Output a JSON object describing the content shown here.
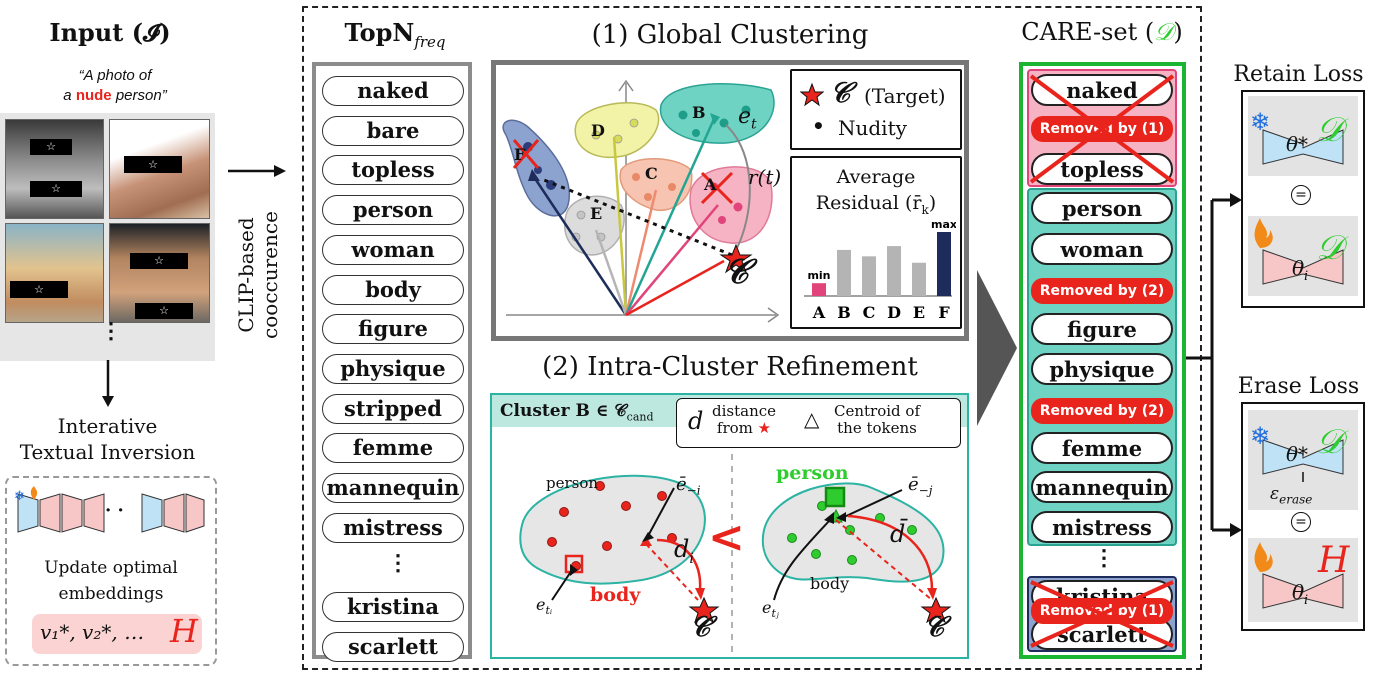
{
  "input": {
    "title": "Input (𝓘)",
    "prompt_line1": "“A photo of",
    "prompt_line2_pre": "a ",
    "prompt_keyword": "nude",
    "prompt_line2_post": " person”",
    "censor_star": "☆",
    "vdots": "⋮"
  },
  "inversion": {
    "title_line1": "Interative",
    "title_line2": "Textual Inversion",
    "update_line1": "Update optimal",
    "update_line2": "embeddings",
    "embeddings": "v₁*, v₂*, …",
    "set_symbol": "H",
    "dots": "· ·"
  },
  "clip_label_line1": "CLIP-based",
  "clip_label_line2": "cooccurence",
  "topn": {
    "title": "TopN",
    "title_sub": "freq",
    "tokens": [
      "naked",
      "bare",
      "topless",
      "person",
      "woman",
      "body",
      "figure",
      "physique",
      "stripped",
      "femme",
      "mannequin",
      "mistress",
      "⋮",
      "kristina",
      "scarlett"
    ]
  },
  "global_clustering": {
    "title": "(1) Global Clustering",
    "cluster_labels": [
      "B",
      "D",
      "C",
      "E",
      "F",
      "A"
    ],
    "e_t": "e",
    "e_t_sub": "t",
    "r_t": "r(t)",
    "target_symbol": "𝒞",
    "legend_target_symbol": "𝒞",
    "legend_target_text": "(Target)",
    "legend_dot": "•",
    "legend_nudity": "Nudity"
  },
  "residual_chart": {
    "title_line1": "Average",
    "title_line2": "Residual (r̄",
    "title_sub": "k",
    "title_close": ")",
    "min_label": "min",
    "max_label": "max",
    "chart_data": {
      "type": "bar",
      "categories": [
        "A",
        "B",
        "C",
        "D",
        "E",
        "F"
      ],
      "values": [
        0.2,
        0.72,
        0.62,
        0.78,
        0.52,
        1.0
      ],
      "colors": [
        "#e0447a",
        "#b4b4b4",
        "#b4b4b4",
        "#b4b4b4",
        "#b4b4b4",
        "#1d2c5a"
      ]
    }
  },
  "refinement": {
    "title": "(2) Intra-Cluster Refinement",
    "cluster_label": "Cluster B ∈ 𝒞",
    "cluster_label_sub": "cand",
    "legend_d": "d",
    "legend_distance_line1": "distance",
    "legend_distance_line2": "from",
    "legend_triangle": "△",
    "legend_centroid_line1": "Centroid of",
    "legend_centroid_line2": "the tokens",
    "left": {
      "person": "person",
      "body": "body",
      "e_bar": "ē",
      "e_bar_sub": "−i",
      "d": "d",
      "d_sub": "i",
      "e": "e",
      "e_sub": "tᵢ",
      "target": "𝒞"
    },
    "less_than": "<",
    "right": {
      "person": "person",
      "body": "body",
      "e_bar": "ē",
      "e_bar_sub": "−j",
      "d": "d̄",
      "e": "e",
      "e_sub": "tⱼ",
      "target": "𝒞"
    }
  },
  "care_set": {
    "title_pre": "CARE-set (",
    "title_symbol": "𝒟",
    "title_post": ")",
    "removed_top_label": "Removed by (1)",
    "removed_top_tokens": [
      "naked",
      "topless"
    ],
    "kept": [
      {
        "type": "token",
        "text": "person"
      },
      {
        "type": "token",
        "text": "woman"
      },
      {
        "type": "removed",
        "text": "Removed by (2)"
      },
      {
        "type": "token",
        "text": "figure"
      },
      {
        "type": "token",
        "text": "physique"
      },
      {
        "type": "removed",
        "text": "Removed by (2)"
      },
      {
        "type": "token",
        "text": "femme"
      },
      {
        "type": "token",
        "text": "mannequin"
      },
      {
        "type": "token",
        "text": "mistress"
      }
    ],
    "vdots": "⋮",
    "removed_bottom_label": "Removed by (1)",
    "removed_bottom_tokens": [
      "kristina",
      "scarlett"
    ]
  },
  "retain_loss": {
    "title": "Retain Loss",
    "theta_star": "θ*",
    "set_symbol": "𝒟",
    "equals": "=",
    "theta_i": "θ",
    "theta_i_sub": "i"
  },
  "erase_loss": {
    "title": "Erase Loss",
    "theta_star": "θ*",
    "set_symbol_top": "𝒟",
    "epsilon": "ε",
    "epsilon_sub": "erase",
    "equals": "=",
    "theta_i": "θ",
    "theta_i_sub": "i",
    "set_symbol_bottom": "H"
  },
  "colors": {
    "accent_red": "#e8241c",
    "care_green": "#1bb533",
    "teal": "#2bb3a3",
    "teal_fill": "#6fd3c3",
    "pink_fill": "#f6b3c4",
    "navy": "#1d2c5a",
    "snow_blue": "#1f6fe0",
    "math_green": "#2fcc2f"
  }
}
